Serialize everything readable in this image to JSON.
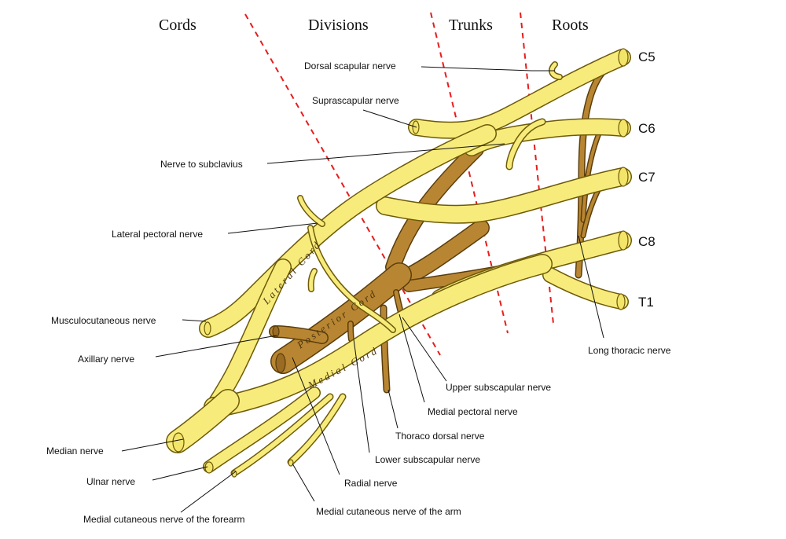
{
  "headers": {
    "cords": "Cords",
    "divisions": "Divisions",
    "trunks": "Trunks",
    "roots": "Roots"
  },
  "roots": {
    "c5": "C5",
    "c6": "C6",
    "c7": "C7",
    "c8": "C8",
    "t1": "T1"
  },
  "cords": {
    "lateral": "Lateral Cord",
    "posterior": "Posterior Cord",
    "medial": "Medial Cord"
  },
  "labels": {
    "dorsal_scapular": "Dorsal scapular nerve",
    "suprascapular": "Suprascapular nerve",
    "nerve_to_subclavius": "Nerve to subclavius",
    "lateral_pectoral": "Lateral pectoral nerve",
    "musculocutaneous": "Musculocutaneous nerve",
    "axillary": "Axillary nerve",
    "median": "Median nerve",
    "ulnar": "Ulnar nerve",
    "medial_cutaneous_forearm": "Medial cutaneous nerve of the forearm",
    "medial_cutaneous_arm": "Medial cutaneous nerve of the arm",
    "radial": "Radial nerve",
    "lower_subscapular": "Lower subscapular nerve",
    "thoraco_dorsal": "Thoraco dorsal nerve",
    "medial_pectoral": "Medial pectoral nerve",
    "upper_subscapular": "Upper subscapular nerve",
    "long_thoracic": "Long thoracic nerve"
  },
  "colors": {
    "yellow_nerve": "#f7ec7b",
    "brown_nerve": "#b88632",
    "divider": "#e81c1c"
  }
}
